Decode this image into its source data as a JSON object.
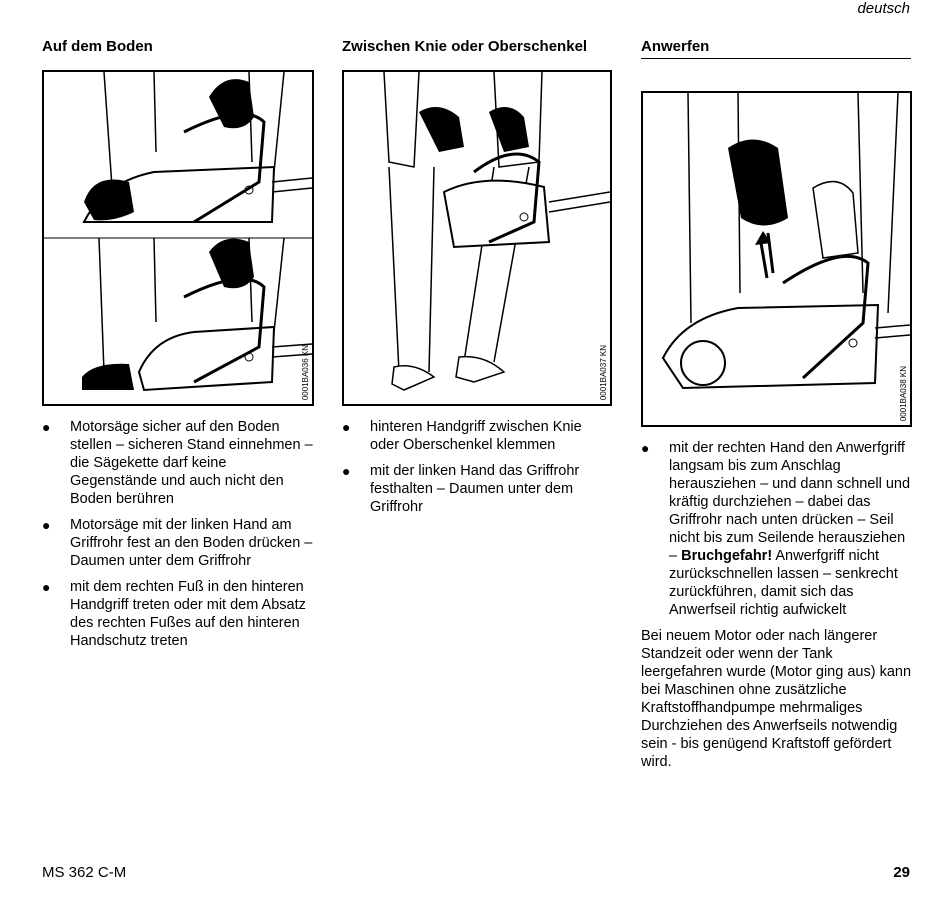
{
  "header": {
    "language": "deutsch"
  },
  "columns": [
    {
      "heading": "Auf dem Boden",
      "figure_code": "0001BA036 KN",
      "bullets": [
        "Motorsäge sicher auf den Boden stellen – sicheren Stand einnehmen – die Sägekette darf keine Gegenstände und auch nicht den Boden berühren",
        "Motorsäge mit der linken Hand am Griffrohr fest an den Boden drücken – Daumen unter dem Griffrohr",
        "mit dem rechten Fuß in den hinteren Handgriff treten oder mit dem Absatz des rechten Fußes auf den hinteren Handschutz treten"
      ]
    },
    {
      "heading": "Zwischen Knie oder Oberschenkel",
      "figure_code": "0001BA037 KN",
      "bullets": [
        "hinteren Handgriff zwischen Knie oder Oberschenkel klemmen",
        "mit der linken Hand das Griffrohr festhalten – Daumen unter dem Griffrohr"
      ]
    },
    {
      "heading": "Anwerfen",
      "figure_code": "0001BA038 KN",
      "bullet_part1": "mit der rechten Hand den Anwerfgriff langsam bis zum Anschlag herausziehen – und dann schnell und kräftig durchziehen – dabei das Griffrohr nach unten drücken – Seil nicht bis zum Seilende herausziehen –",
      "bullet_bold": "Bruchgefahr!",
      "bullet_part2": " Anwerfgriff nicht zurückschnellen lassen – senkrecht zurückführen, damit sich das Anwerfseil richtig aufwickelt",
      "paragraph": "Bei neuem Motor oder nach längerer Standzeit oder wenn der Tank leergefahren wurde (Motor ging aus) kann bei Maschinen ohne zusätzliche Kraftstoffhandpumpe mehrmaliges Durchziehen des Anwerfseils notwendig sein - bis genügend Kraftstoff gefördert wird."
    }
  ],
  "footer": {
    "model": "MS 362 C-M",
    "page": "29"
  },
  "bullet_glyph": "●"
}
